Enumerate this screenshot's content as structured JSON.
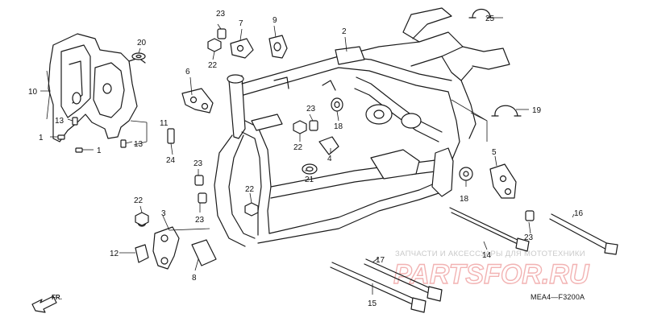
{
  "callouts": {
    "c1a": "1",
    "c1b": "1",
    "c2": "2",
    "c3": "3",
    "c4": "4",
    "c5": "5",
    "c6": "6",
    "c7": "7",
    "c8": "8",
    "c9": "9",
    "c10": "10",
    "c11": "11",
    "c12": "12",
    "c13a": "13",
    "c13b": "13",
    "c14": "14",
    "c15": "15",
    "c16": "16",
    "c17": "17",
    "c18a": "18",
    "c18b": "18",
    "c19": "19",
    "c20": "20",
    "c21": "21",
    "c22a": "22",
    "c22b": "22",
    "c22c": "22",
    "c22d": "22",
    "c23a": "23",
    "c23b": "23",
    "c23c": "23",
    "c23d": "23",
    "c23e": "23",
    "c24": "24",
    "c25": "25"
  },
  "diagram_code": "MEA4—F3200A",
  "direction_label": "FR.",
  "watermark": {
    "text": "ЗАПЧАСТИ И АКСЕССУАРЫ ДЛЯ МОТОТЕХНИКИ",
    "logo": "PARTSFOR.RU",
    "logo_color": "#f2b3b3"
  }
}
